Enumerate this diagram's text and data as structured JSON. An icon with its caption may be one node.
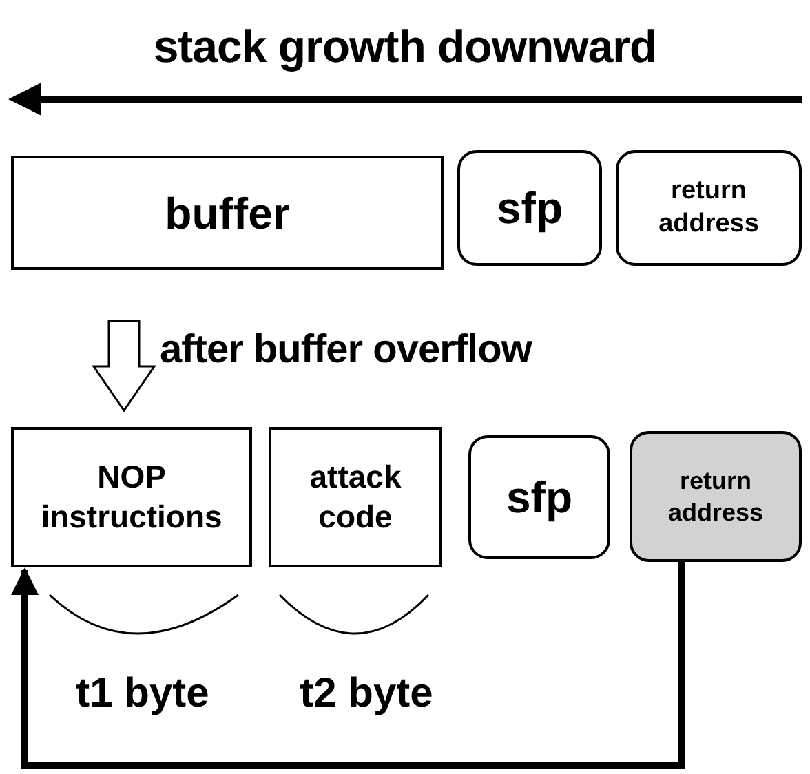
{
  "diagram": {
    "title": "stack growth downward",
    "nodes": [
      {
        "text": [
          "buffer"
        ]
      },
      {
        "text": [
          "sfp"
        ]
      },
      {
        "text": [
          "return address"
        ]
      },
      {
        "text": [
          "NOP instructions"
        ],
        "beside": [
          "t1 byte"
        ]
      },
      {
        "text": [
          "attack code"
        ],
        "beside": [
          "t2 byte"
        ]
      },
      {
        "text": [
          "sfp"
        ]
      },
      {
        "text": [
          "return address"
        ]
      }
    ],
    "edges": [
      {
        "from": 0,
        "to": 3,
        "arrow": "to",
        "label": "after buffer overflow"
      },
      {
        "from": 6,
        "to": 3,
        "arrow": "to"
      }
    ]
  }
}
